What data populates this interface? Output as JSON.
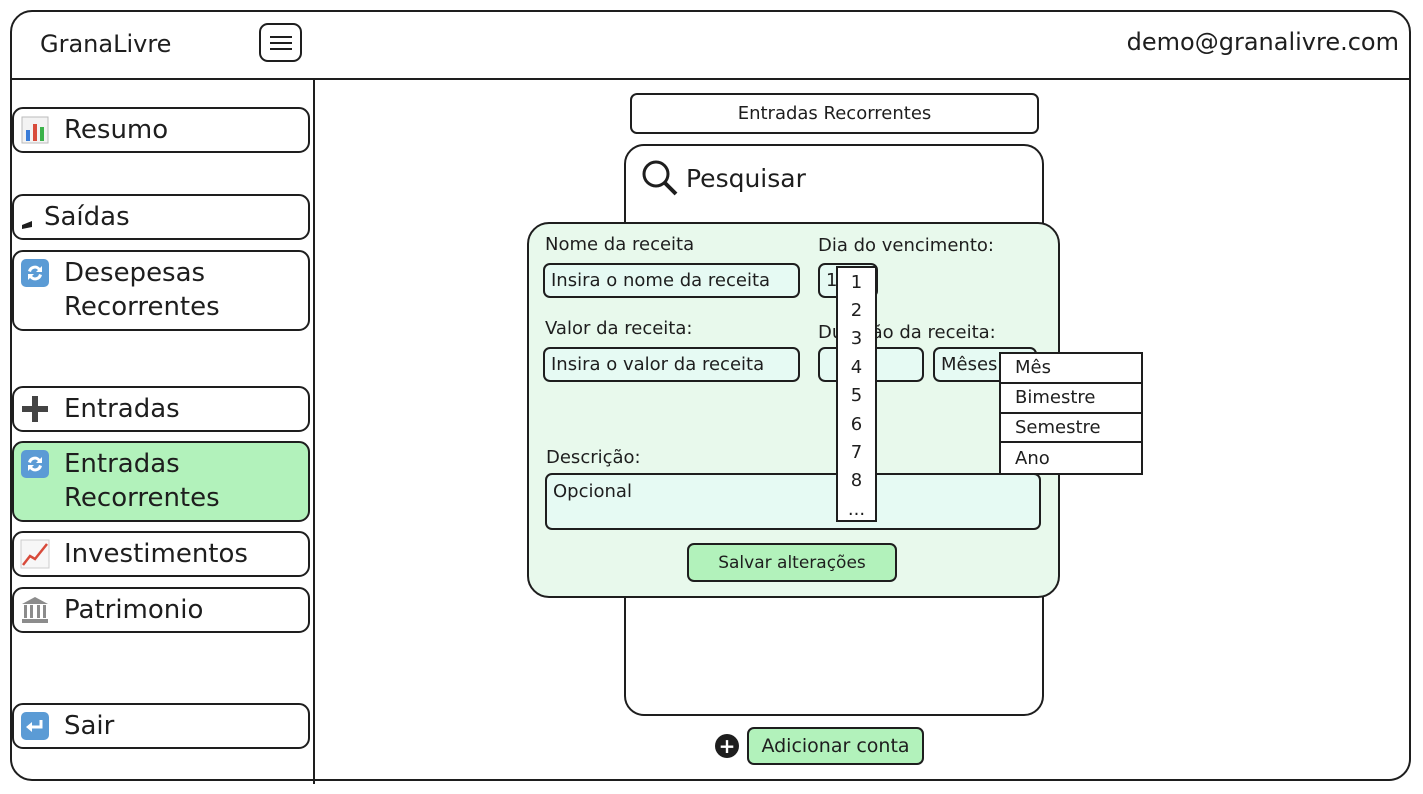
{
  "header": {
    "brand": "GranaLivre",
    "user_email": "demo@granalivre.com",
    "menu_icon": "hamburger-menu-icon"
  },
  "sidebar": {
    "items": [
      {
        "label": "Resumo",
        "icon": "bar-chart-icon"
      },
      {
        "label": "Saídas",
        "icon": "minus-icon"
      },
      {
        "label": "Desepesas\nRecorrentes",
        "icon": "repeat-icon"
      },
      {
        "label": "Entradas",
        "icon": "plus-icon"
      },
      {
        "label": "Entradas\nRecorrentes",
        "icon": "repeat-icon",
        "active": true
      },
      {
        "label": "Investimentos",
        "icon": "trend-up-chart-icon"
      },
      {
        "label": "Patrimonio",
        "icon": "bank-icon"
      },
      {
        "label": "Sair",
        "icon": "return-arrow-icon"
      }
    ]
  },
  "main": {
    "title": "Entradas Recorrentes",
    "search_label": "Pesquisar",
    "add_button": "Adicionar conta"
  },
  "modal": {
    "name_label": "Nome da receita",
    "name_placeholder": "Insira o nome da receita",
    "due_day_label": "Dia do vencimento:",
    "due_day_value": "1",
    "value_label": "Valor da receita:",
    "value_placeholder": "Insira o valor da receita",
    "duration_label": "Duração da receita:",
    "duration_value": "",
    "period_value": "Mêses",
    "description_label": "Descrição:",
    "description_placeholder": "Opcional",
    "save_button": "Salvar alterações"
  },
  "day_dropdown": {
    "options": [
      "1",
      "2",
      "3",
      "4",
      "5",
      "6",
      "7",
      "8",
      "..."
    ]
  },
  "period_dropdown": {
    "options": [
      "Mês",
      "Bimestre",
      "Semestre",
      "Ano"
    ]
  },
  "colors": {
    "active_green": "#b2f2bb",
    "modal_bg": "#e8f9ec",
    "field_bg": "#e6faf3",
    "stroke": "#1e1e1e"
  }
}
